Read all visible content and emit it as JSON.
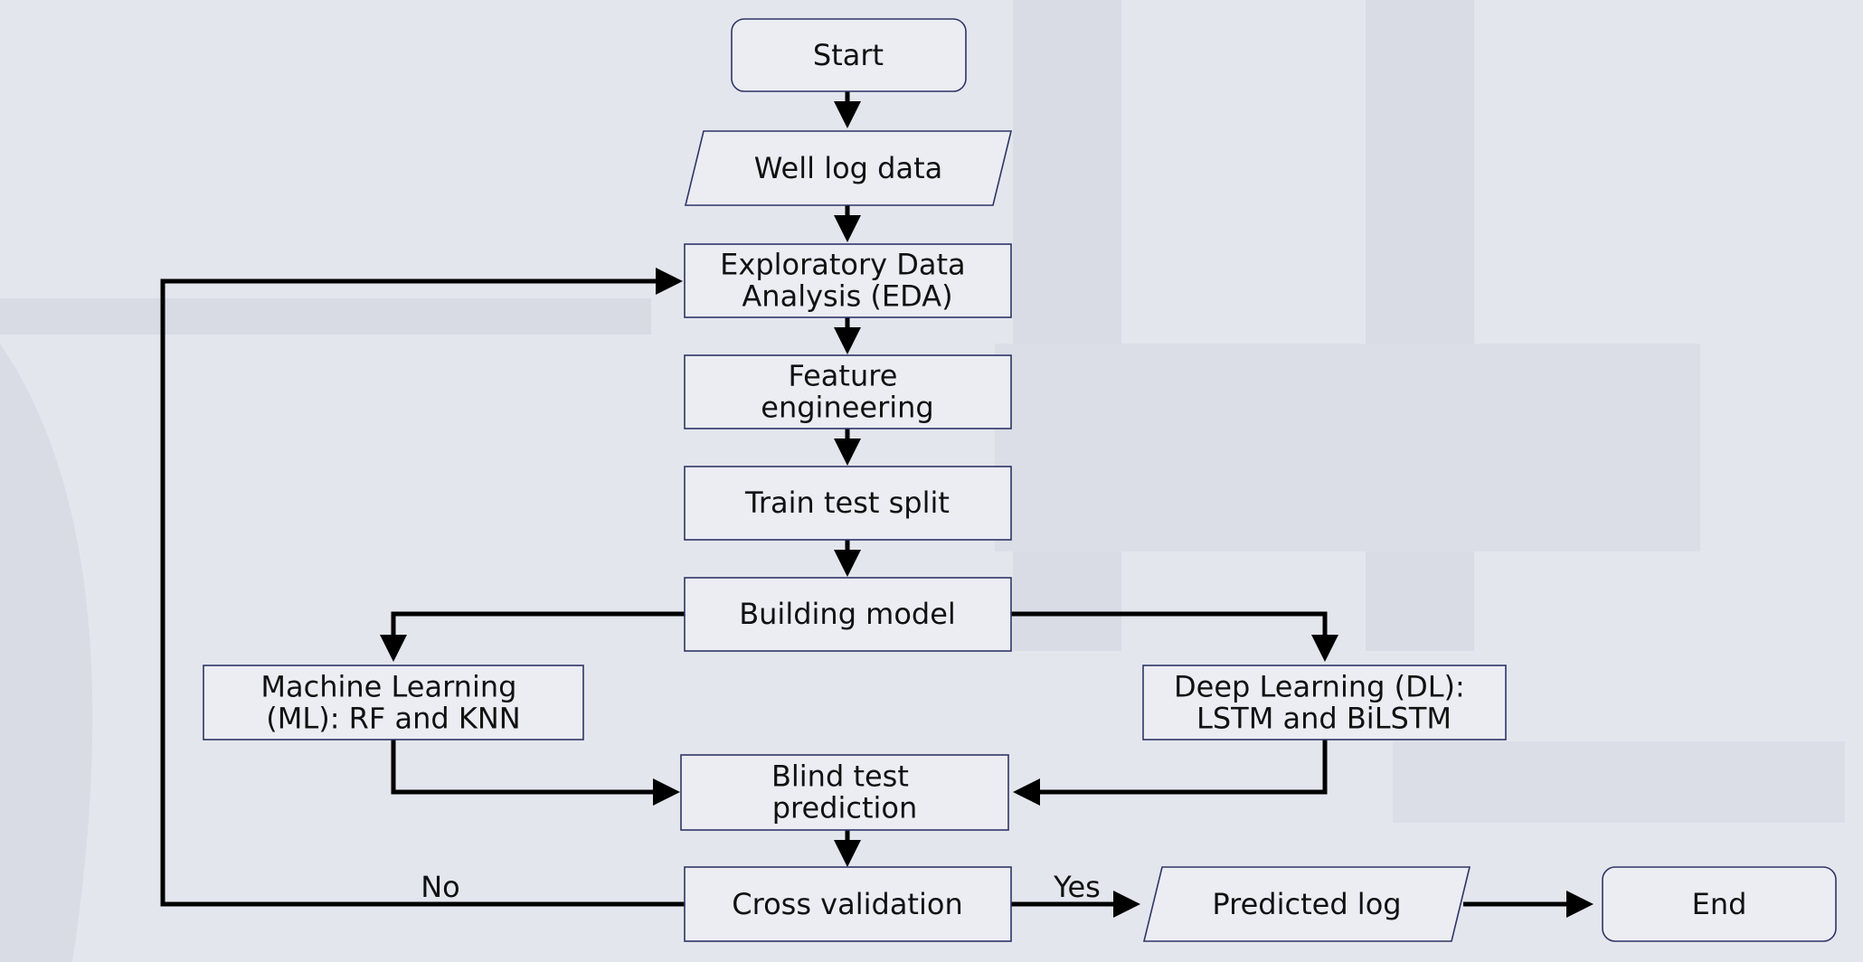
{
  "colors": {
    "background": "#e4e6ed",
    "box_fill": "#ecedf3",
    "box_stroke": "#2e3566",
    "arrow": "#000000",
    "text": "#111111"
  },
  "nodes": {
    "start": {
      "shape": "terminator",
      "lines": [
        "Start"
      ]
    },
    "well_log": {
      "shape": "parallelogram",
      "lines": [
        "Well log data"
      ]
    },
    "eda": {
      "shape": "process",
      "lines": [
        "Exploratory Data",
        "Analysis (EDA)"
      ]
    },
    "feature_eng": {
      "shape": "process",
      "lines": [
        "Feature",
        "engineering"
      ]
    },
    "train_test": {
      "shape": "process",
      "lines": [
        "Train test split"
      ]
    },
    "building": {
      "shape": "process",
      "lines": [
        "Building model"
      ]
    },
    "ml": {
      "shape": "process",
      "lines": [
        "Machine Learning",
        "(ML): RF and KNN"
      ]
    },
    "dl": {
      "shape": "process",
      "lines": [
        "Deep Learning (DL):",
        "LSTM and BiLSTM"
      ]
    },
    "blind": {
      "shape": "process",
      "lines": [
        "Blind test",
        "prediction"
      ]
    },
    "cv": {
      "shape": "decision",
      "lines": [
        "Cross validation"
      ]
    },
    "predicted": {
      "shape": "parallelogram",
      "lines": [
        "Predicted log"
      ]
    },
    "end": {
      "shape": "terminator",
      "lines": [
        "End"
      ]
    }
  },
  "edges": [
    {
      "from": "start",
      "to": "well_log"
    },
    {
      "from": "well_log",
      "to": "eda"
    },
    {
      "from": "eda",
      "to": "feature_eng"
    },
    {
      "from": "feature_eng",
      "to": "train_test"
    },
    {
      "from": "train_test",
      "to": "building"
    },
    {
      "from": "building",
      "to": "ml"
    },
    {
      "from": "building",
      "to": "dl"
    },
    {
      "from": "ml",
      "to": "blind"
    },
    {
      "from": "dl",
      "to": "blind"
    },
    {
      "from": "blind",
      "to": "cv"
    },
    {
      "from": "cv",
      "to": "predicted",
      "label": "Yes"
    },
    {
      "from": "cv",
      "to": "eda",
      "label": "No"
    },
    {
      "from": "predicted",
      "to": "end"
    }
  ]
}
